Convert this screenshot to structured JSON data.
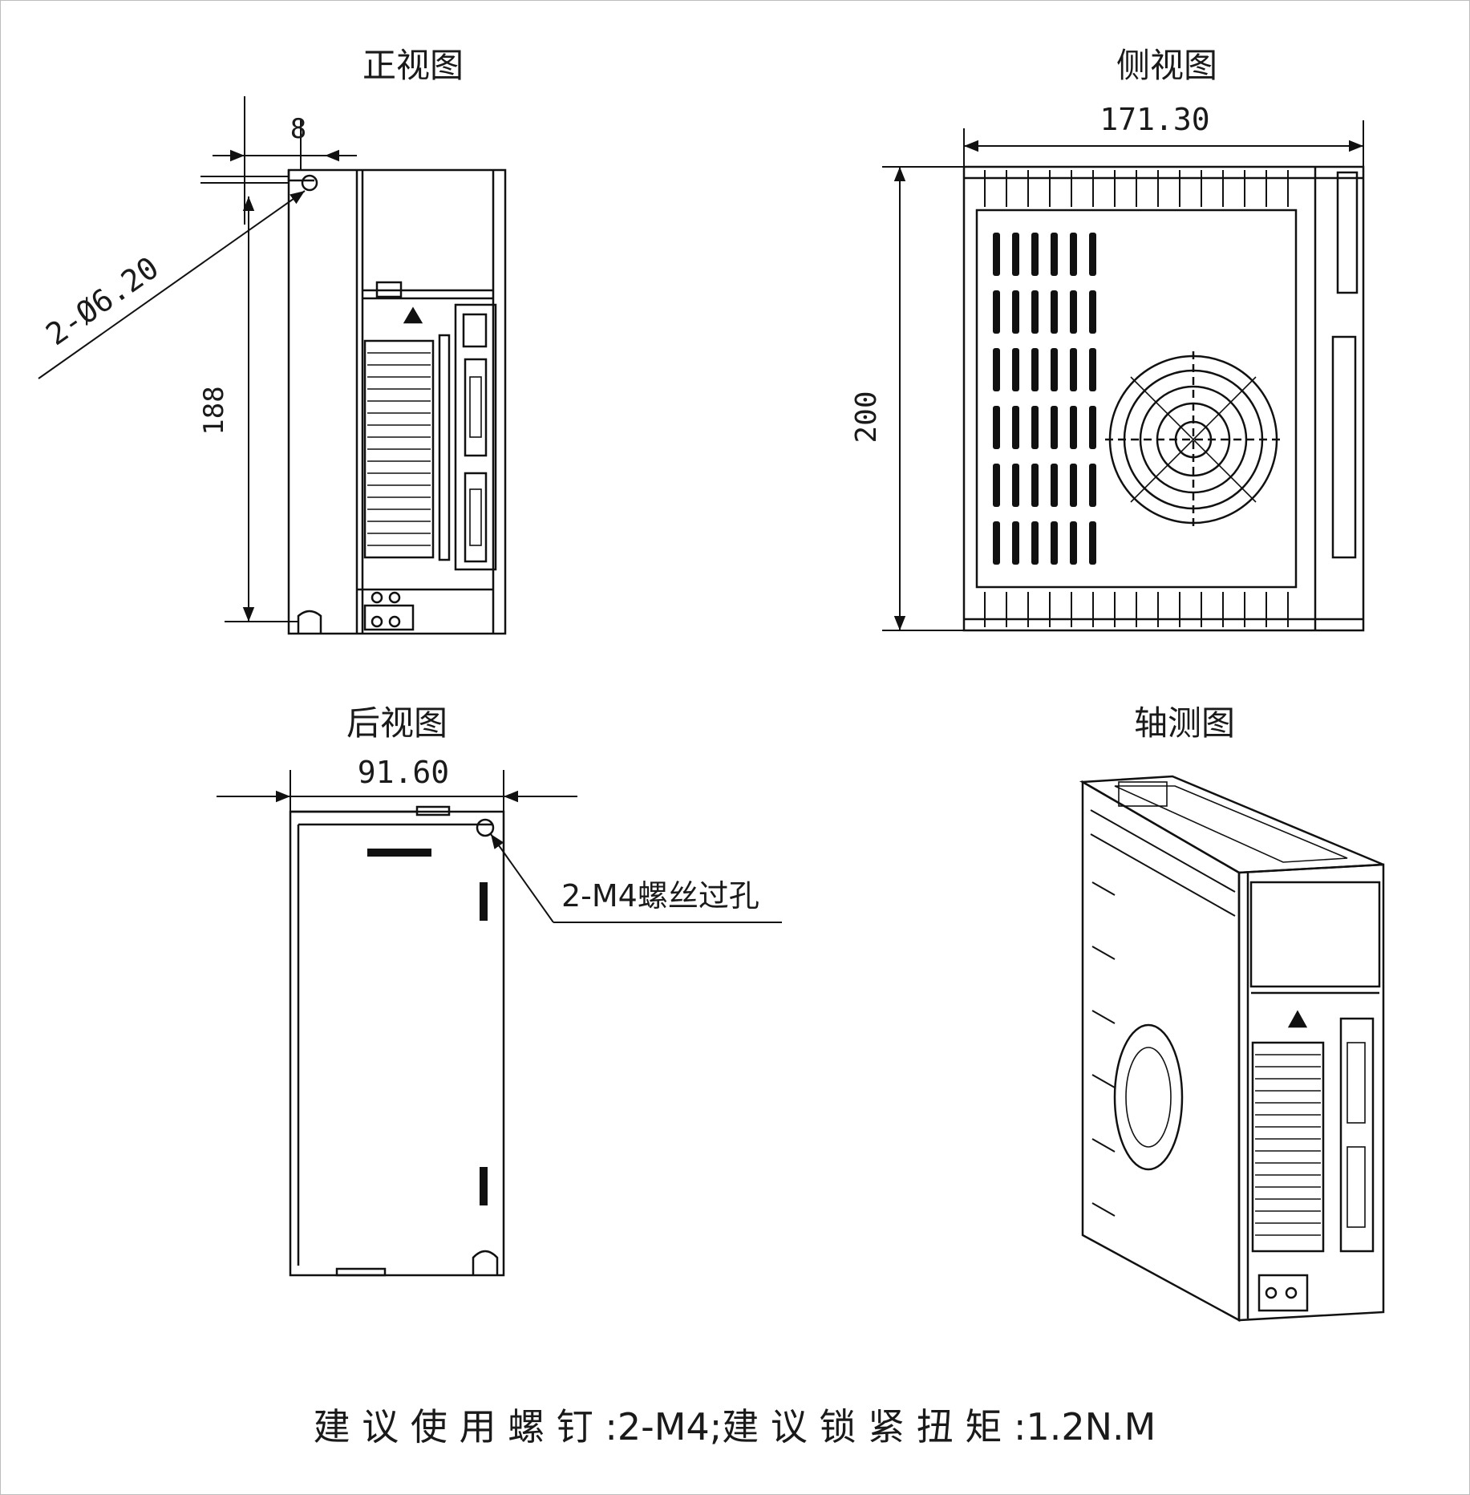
{
  "views": {
    "front": {
      "title": "正视图",
      "dim_top": "8",
      "dim_height": "188",
      "dim_hole": "2-Ø6.20"
    },
    "side": {
      "title": "侧视图",
      "dim_width": "171.30",
      "dim_height": "200"
    },
    "rear": {
      "title": "后视图",
      "dim_width": "91.60",
      "callout": "2-M4螺丝过孔"
    },
    "iso": {
      "title": "轴测图"
    }
  },
  "footer_note": "建 议 使 用 螺 钉 :2-M4;建 议 锁 紧 扭 矩 :1.2N.M"
}
